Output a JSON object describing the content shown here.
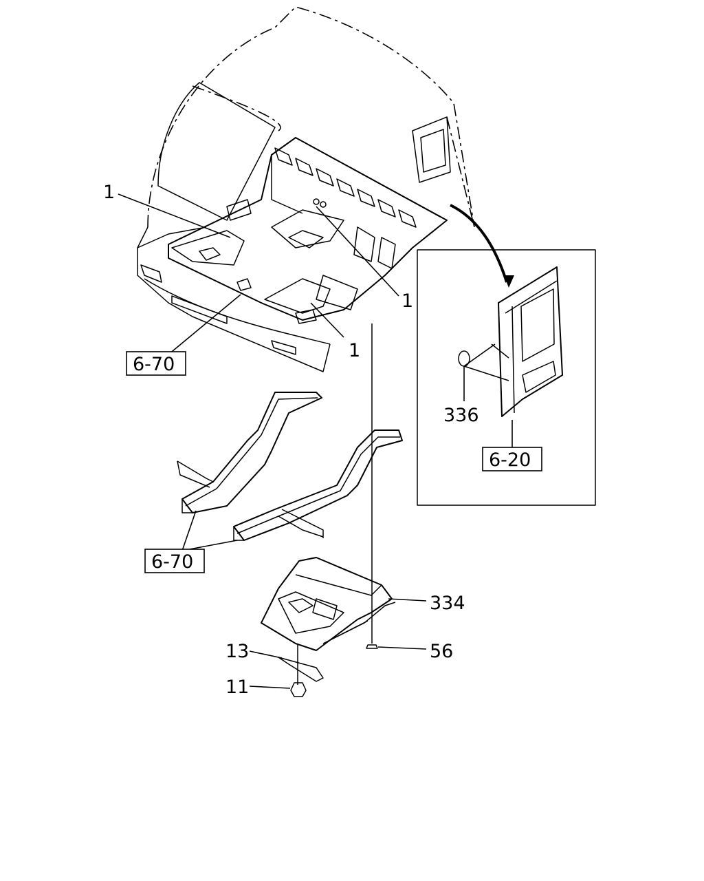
{
  "callouts": {
    "c1a": "1",
    "c1b": "1",
    "c1c": "1",
    "ref_670_top": "6-70",
    "ref_670_bottom": "6-70",
    "ref_620": "6-20",
    "c336": "336",
    "c334": "334",
    "c56": "56",
    "c13": "13",
    "c11": "11"
  }
}
